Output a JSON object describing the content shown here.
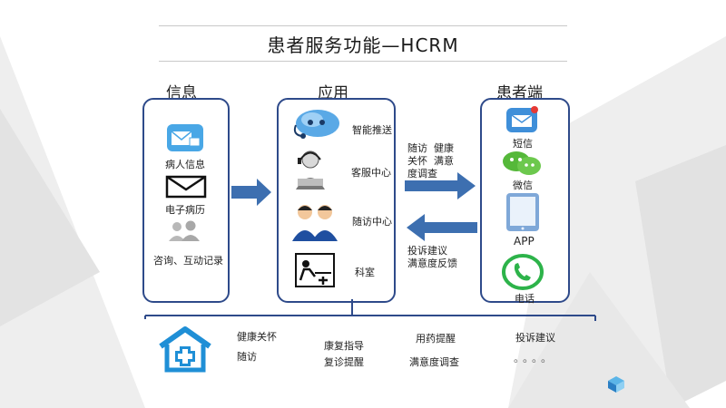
{
  "title": "患者服务功能—HCRM",
  "columns": {
    "info": {
      "heading": "信息",
      "items": [
        "病人信息",
        "电子病历",
        "咨询、互动记录"
      ]
    },
    "app": {
      "heading": "应用",
      "items": [
        "智能推送",
        "客服中心",
        "随访中心",
        "科室"
      ]
    },
    "patient": {
      "heading": "患者端",
      "items": [
        "短信",
        "微信",
        "APP",
        "电话"
      ]
    }
  },
  "arrows": {
    "to_patient": [
      "随访  健康",
      "关怀  满意",
      "度调查"
    ],
    "to_app": [
      "投诉建议",
      "满意度反馈"
    ]
  },
  "bottom": {
    "group1": [
      "健康关怀",
      "随访"
    ],
    "group2": [
      "康复指导",
      "复诊提醒"
    ],
    "group3": [
      "用药提醒",
      "满意度调查"
    ],
    "group4": [
      "投诉建议"
    ],
    "ellipsis": "。。。。"
  },
  "colors": {
    "box_border": "#2e4a8a",
    "arrow_fill": "#3d6fb0",
    "house_blue": "#1f8fd6"
  }
}
